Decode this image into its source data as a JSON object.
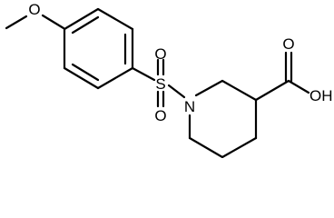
{
  "molecule": {
    "atoms": {
      "methoxy_o": "O",
      "sulfonyl_o_top": "O",
      "sulfur": "S",
      "sulfonyl_o_bottom": "O",
      "nitrogen": "N",
      "carbonyl_o": "O",
      "hydroxyl": "OH"
    }
  }
}
